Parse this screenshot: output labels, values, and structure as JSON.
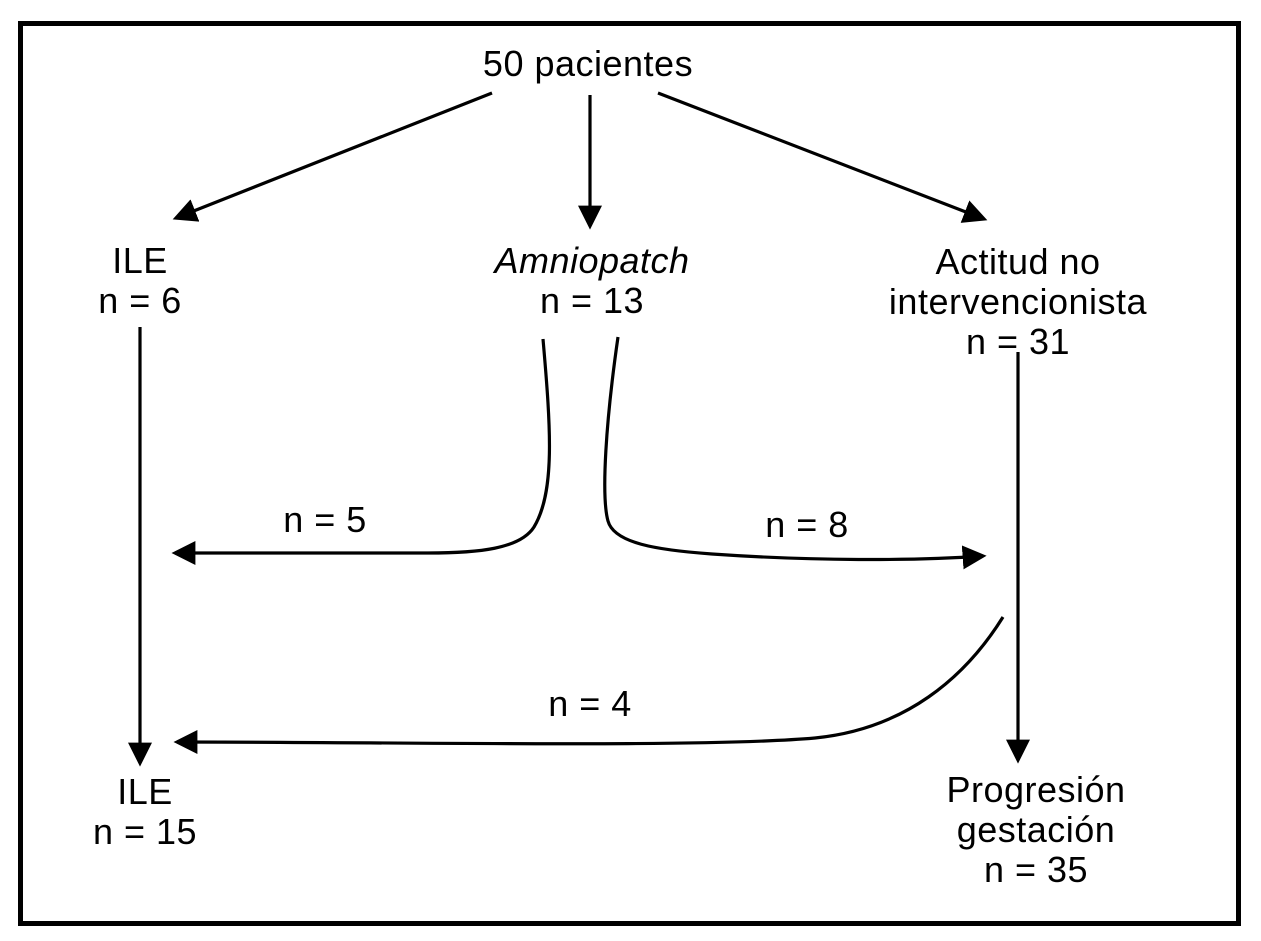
{
  "diagram": {
    "title": "50 pacientes",
    "nodes": {
      "ile_top": {
        "line1": "ILE",
        "line2": "n = 6"
      },
      "amniopatch": {
        "line1": "Amniopatch",
        "line2": "n = 13"
      },
      "no_intervention": {
        "line1": "Actitud no",
        "line2": "intervencionista",
        "line3": "n = 31"
      },
      "ile_bottom": {
        "line1": "ILE",
        "line2": "n = 15"
      },
      "progression": {
        "line1": "Progresión",
        "line2": "gestación",
        "line3": "n = 35"
      }
    },
    "edge_labels": {
      "amniopatch_to_ile": "n = 5",
      "amniopatch_to_no_intervention": "n = 8",
      "no_intervention_to_ile": "n = 4"
    },
    "colors": {
      "line": "#000000",
      "background": "#ffffff"
    }
  }
}
